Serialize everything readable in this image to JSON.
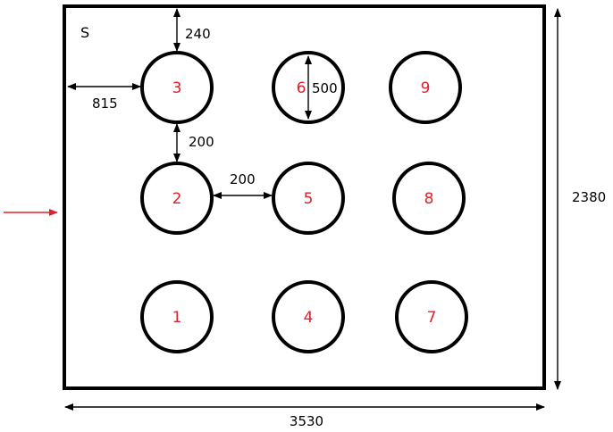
{
  "label_s": "S",
  "dimensions": {
    "width": "3530",
    "height": "2380",
    "top_gap": "240",
    "left_gap": "815",
    "vertical_spacing": "200",
    "horizontal_spacing": "200",
    "diameter": "500"
  },
  "cylinders": [
    {
      "label": "1"
    },
    {
      "label": "2"
    },
    {
      "label": "3"
    },
    {
      "label": "4"
    },
    {
      "label": "5"
    },
    {
      "label": "6"
    },
    {
      "label": "7"
    },
    {
      "label": "8"
    },
    {
      "label": "9"
    }
  ],
  "colors": {
    "outline": "#000000",
    "cylinder_label": "#e0202a",
    "inflow_arrow": "#e0202a",
    "dimension_text": "#000000"
  },
  "icons": {
    "inflow": "right-arrow-icon"
  }
}
